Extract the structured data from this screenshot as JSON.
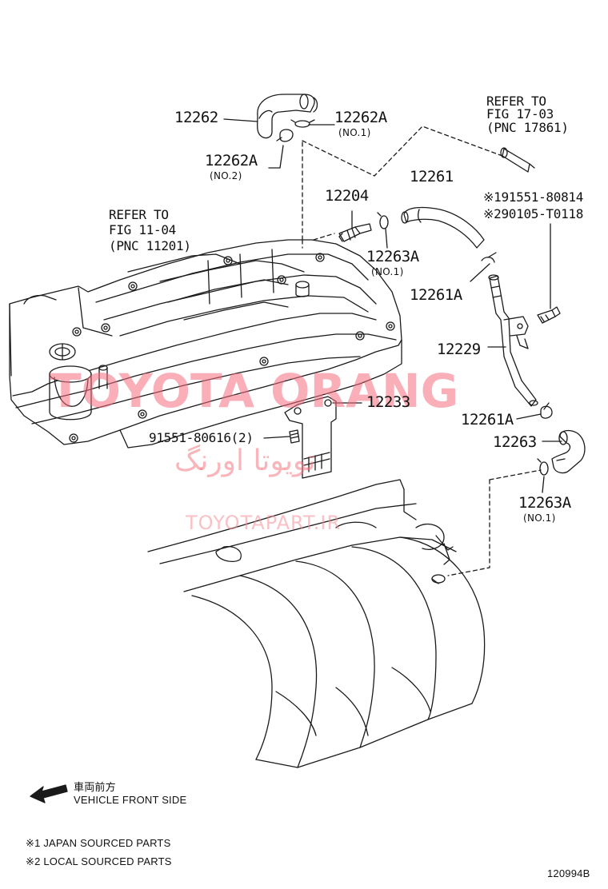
{
  "colors": {
    "line": "#1a1a1a",
    "watermark": "#f27a87"
  },
  "watermark": {
    "brand": "TOYOTA ORANG",
    "persian": "تویوتا اورنگ",
    "site": "TOYOTAPART.IR"
  },
  "labels": {
    "p12262": "12262",
    "p12262A_1": "12262A",
    "p12262A_1_note": "(NO.1)",
    "p12262A_2": "12262A",
    "p12262A_2_note": "(NO.2)",
    "refer1703_l1": "REFER TO",
    "refer1703_l2": "FIG 17-03",
    "refer1703_l3": "(PNC 17861)",
    "p12261": "12261",
    "p12204": "12204",
    "refer1104_l1": "REFER TO",
    "refer1104_l2": "FIG 11-04",
    "refer1104_l3": "(PNC 11201)",
    "p91551_80814": "※191551-80814",
    "p90105_T0118": "※290105-T0118",
    "p12263A_1": "12263A",
    "p12263A_1_note": "(NO.1)",
    "p12261A_1": "12261A",
    "p12229": "12229",
    "p12233": "12233",
    "p12261A_2": "12261A",
    "p91551_80616": "91551-80616(2)",
    "p12263": "12263",
    "p12263A_2": "12263A",
    "p12263A_2_note": "(NO.1)"
  },
  "legend": {
    "front_jp": "車両前方",
    "front_en": "VEHICLE FRONT SIDE",
    "icon": "front-arrow-icon"
  },
  "notes": {
    "n1": "※1 JAPAN SOURCED PARTS",
    "n2": "※2 LOCAL SOURCED PARTS"
  },
  "figure_id": "120994B"
}
